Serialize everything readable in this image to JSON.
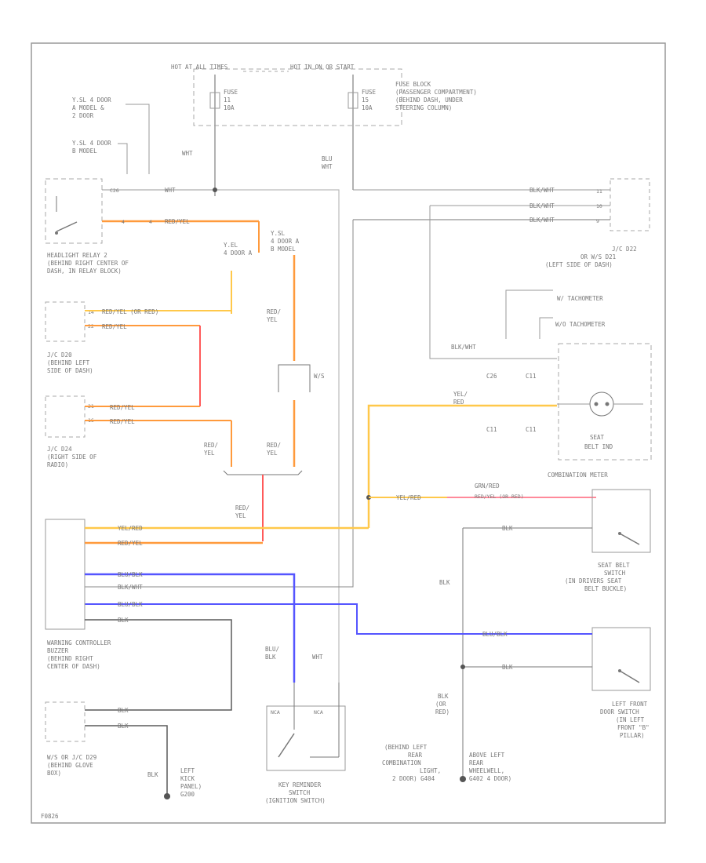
{
  "diagram": {
    "frame_label": "HOT AT ALL TIMES",
    "frame_label_2": "HOT IN ON OR START",
    "fuse_block": [
      "FUSE BLOCK",
      "(PASSENGER COMPARTMENT)",
      "(BEHIND DASH, UNDER",
      "STEERING COLUMN)"
    ],
    "fuse1": [
      "FUSE",
      "11",
      "10A"
    ],
    "fuse2": [
      "FUSE",
      "15",
      "10A"
    ],
    "model_note_1": [
      "Y.SL 4 DOOR",
      "A MODEL &",
      "2 DOOR"
    ],
    "model_note_2": [
      "Y.SL 4 DOOR",
      "B MODEL"
    ],
    "headlight_relay": [
      "HEADLIGHT RELAY 2",
      "(BEHIND RIGHT CENTER OF",
      "DASH, IN RELAY BLOCK)"
    ],
    "jc_left": [
      "J/C D20",
      "(BEHIND LEFT",
      "SIDE OF DASH)"
    ],
    "jc_right": [
      "J/C D24",
      "(RIGHT SIDE OF",
      "RADIO)"
    ],
    "jc_top_right": [
      "J/C D22",
      "OR W/S D21",
      "(LEFT SIDE OF DASH)"
    ],
    "note_3": [
      "Y.EL",
      "4 DOOR A"
    ],
    "note_4": [
      "Y.SL",
      "4 DOOR A",
      "B MODEL"
    ],
    "w_tach": "W/ TACHOMETER",
    "wo_tach": "W/O TACHOMETER",
    "seat_belt_ind": [
      "SEAT",
      "BELT IND"
    ],
    "combination_meter": "COMBINATION METER",
    "seat_belt_switch": [
      "SEAT BELT",
      "SWITCH",
      "(IN DRIVERS SEAT",
      "BELT BUCKLE)"
    ],
    "door_switch": [
      "LEFT FRONT",
      "DOOR SWITCH",
      "(IN LEFT",
      "FRONT \"B\"",
      "PILLAR)"
    ],
    "warning_controller": [
      "WARNING CONTROLLER",
      "BUZZER",
      "(BEHIND RIGHT",
      "CENTER OF DASH)"
    ],
    "ws_bottom": [
      "W/S OR J/C D29",
      "(BEHIND GLOVE",
      "BOX)"
    ],
    "ground_left": [
      "LEFT",
      "KICK",
      "PANEL)",
      "G200"
    ],
    "key_reminder": [
      "KEY REMINDER",
      "SWITCH",
      "(IGNITION SWITCH)"
    ],
    "ground_note_1": [
      "(BEHIND LEFT",
      "REAR",
      "COMBINATION",
      "LIGHT,",
      "2 DOOR) G404"
    ],
    "ground_note_2": [
      "ABOVE LEFT",
      "REAR",
      "WHEELWELL,",
      "G402 4 DOOR)"
    ],
    "wires": {
      "wht": "WHT",
      "red_yel": "RED/YEL",
      "red_yel_or_red": "RED/YEL (OR RED)",
      "blk_wht": "BLK/WHT",
      "blk": "BLK",
      "yel_red": "YEL/RED",
      "grn_red": "GRN/RED",
      "blu_blk": "BLU/BLK",
      "red_yel_stack": [
        "RED/",
        "YEL"
      ],
      "yel_red_stack": [
        "YEL/",
        "RED"
      ],
      "blk_or_red": [
        "BLK",
        "(OR",
        "RED)"
      ],
      "blu_blk_stack": [
        "BLU/",
        "BLK"
      ]
    },
    "wms": "W/S",
    "connectors": {
      "c1": "C26",
      "c2": "C11",
      "c3": "C11",
      "c4": "C11"
    },
    "page_code": "F0826"
  },
  "colors": {
    "orange": "#ff9a3c",
    "yellow": "#ffc84a",
    "red": "#ff5a5a",
    "pink": "#ff8a9a",
    "blue": "#5555ff",
    "gray": "#9a9a9a",
    "dark": "#5a5a5a"
  }
}
